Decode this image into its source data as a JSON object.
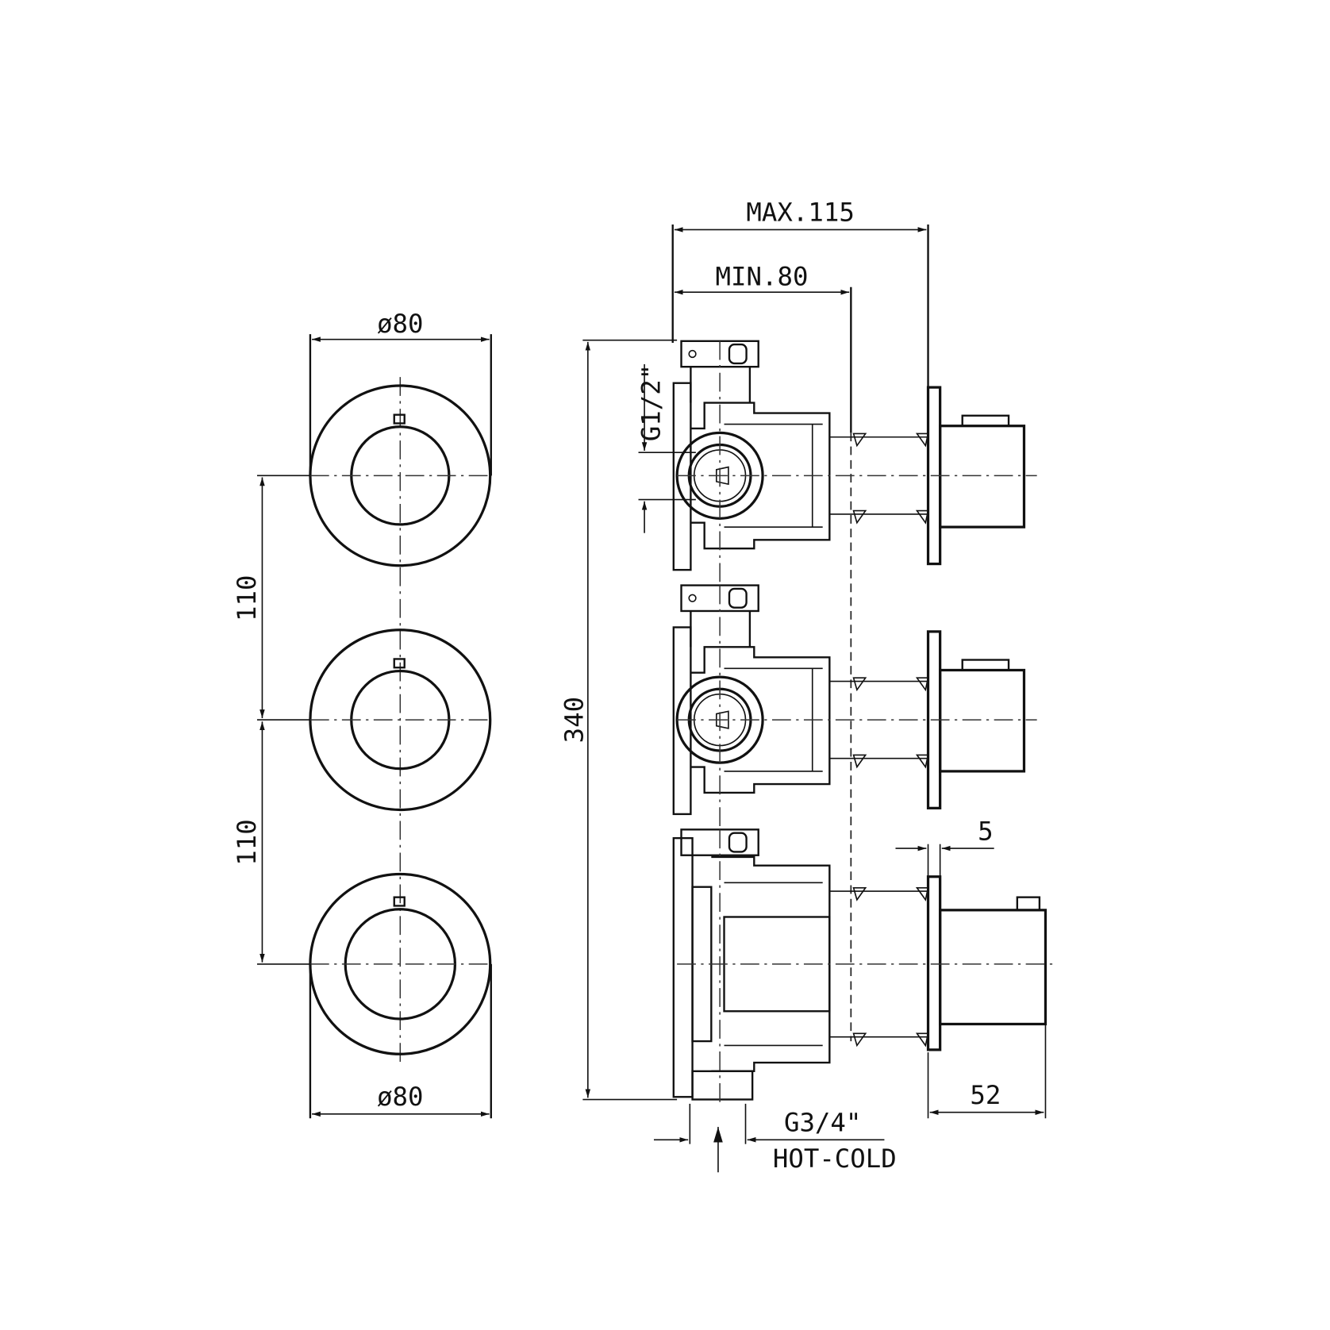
{
  "dimensions": {
    "diameter_top": "ø80",
    "diameter_bottom": "ø80",
    "spacing_upper": "110",
    "spacing_lower": "110",
    "overall_height": "340",
    "max_depth": "MAX.115",
    "min_depth": "MIN.80",
    "outlet_thread": "G1/2\"",
    "plate_thickness": "5",
    "handle_depth": "52",
    "inlet_thread": "G3/4\"",
    "inlet_label": "HOT-COLD"
  },
  "colors": {
    "line": "#111111",
    "background": "#ffffff"
  }
}
